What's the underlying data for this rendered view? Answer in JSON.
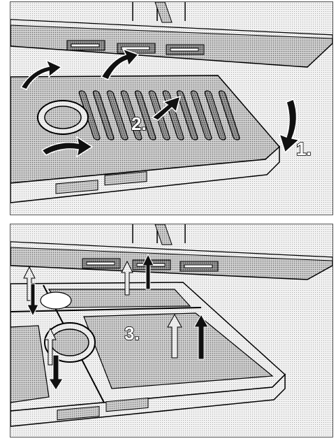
{
  "steps": {
    "step_1": "1.",
    "step_2": "2.",
    "step_3": "3."
  },
  "colors": {
    "halftone_light": "#e8e8e8",
    "halftone_mid": "#bdbdbd",
    "halftone_dark": "#8a8a8a",
    "ink": "#000000",
    "arrow_fill": "#111111"
  },
  "icons": [
    "arrow-icon",
    "up-down-arrow-icon"
  ]
}
